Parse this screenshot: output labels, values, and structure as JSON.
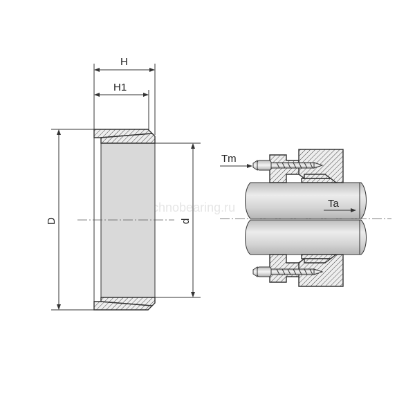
{
  "labels": {
    "H": "H",
    "H1": "H1",
    "D": "D",
    "d": "d",
    "Tm": "Tm",
    "Ta": "Ta"
  },
  "watermark": "technobearing.ru",
  "colors": {
    "line": "#333333",
    "fill_gray": "#d9d9d9",
    "hatch_bg": "#eeeeee",
    "shaft_light": "#e8e8e8",
    "shaft_dark": "#c8c8c8"
  }
}
